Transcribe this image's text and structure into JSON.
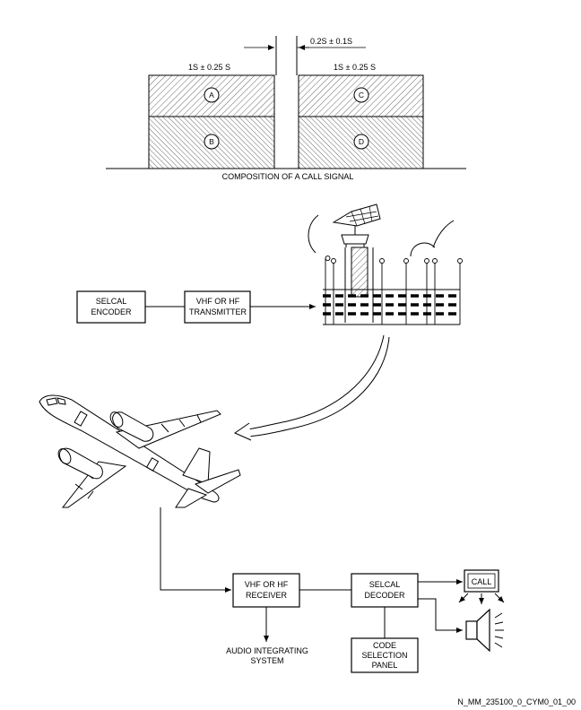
{
  "call_signal": {
    "gap_label": "0.2S ± 0.1S",
    "left_duration": "1S ± 0.25 S",
    "right_duration": "1S ± 0.25 S",
    "tones": [
      "A",
      "B",
      "C",
      "D"
    ],
    "caption": "COMPOSITION OF A CALL SIGNAL"
  },
  "ground": {
    "encoder": [
      "SELCAL",
      "ENCODER"
    ],
    "transmitter": [
      "VHF OR HF",
      "TRANSMITTER"
    ]
  },
  "aircraft": {
    "receiver": [
      "VHF OR HF",
      "RECEIVER"
    ],
    "decoder": [
      "SELCAL",
      "DECODER"
    ],
    "code_panel": [
      "CODE",
      "SELECTION",
      "PANEL"
    ],
    "audio": [
      "AUDIO INTEGRATING",
      "SYSTEM"
    ],
    "call_light": "CALL"
  },
  "figure_id": "N_MM_235100_0_CYM0_01_00"
}
